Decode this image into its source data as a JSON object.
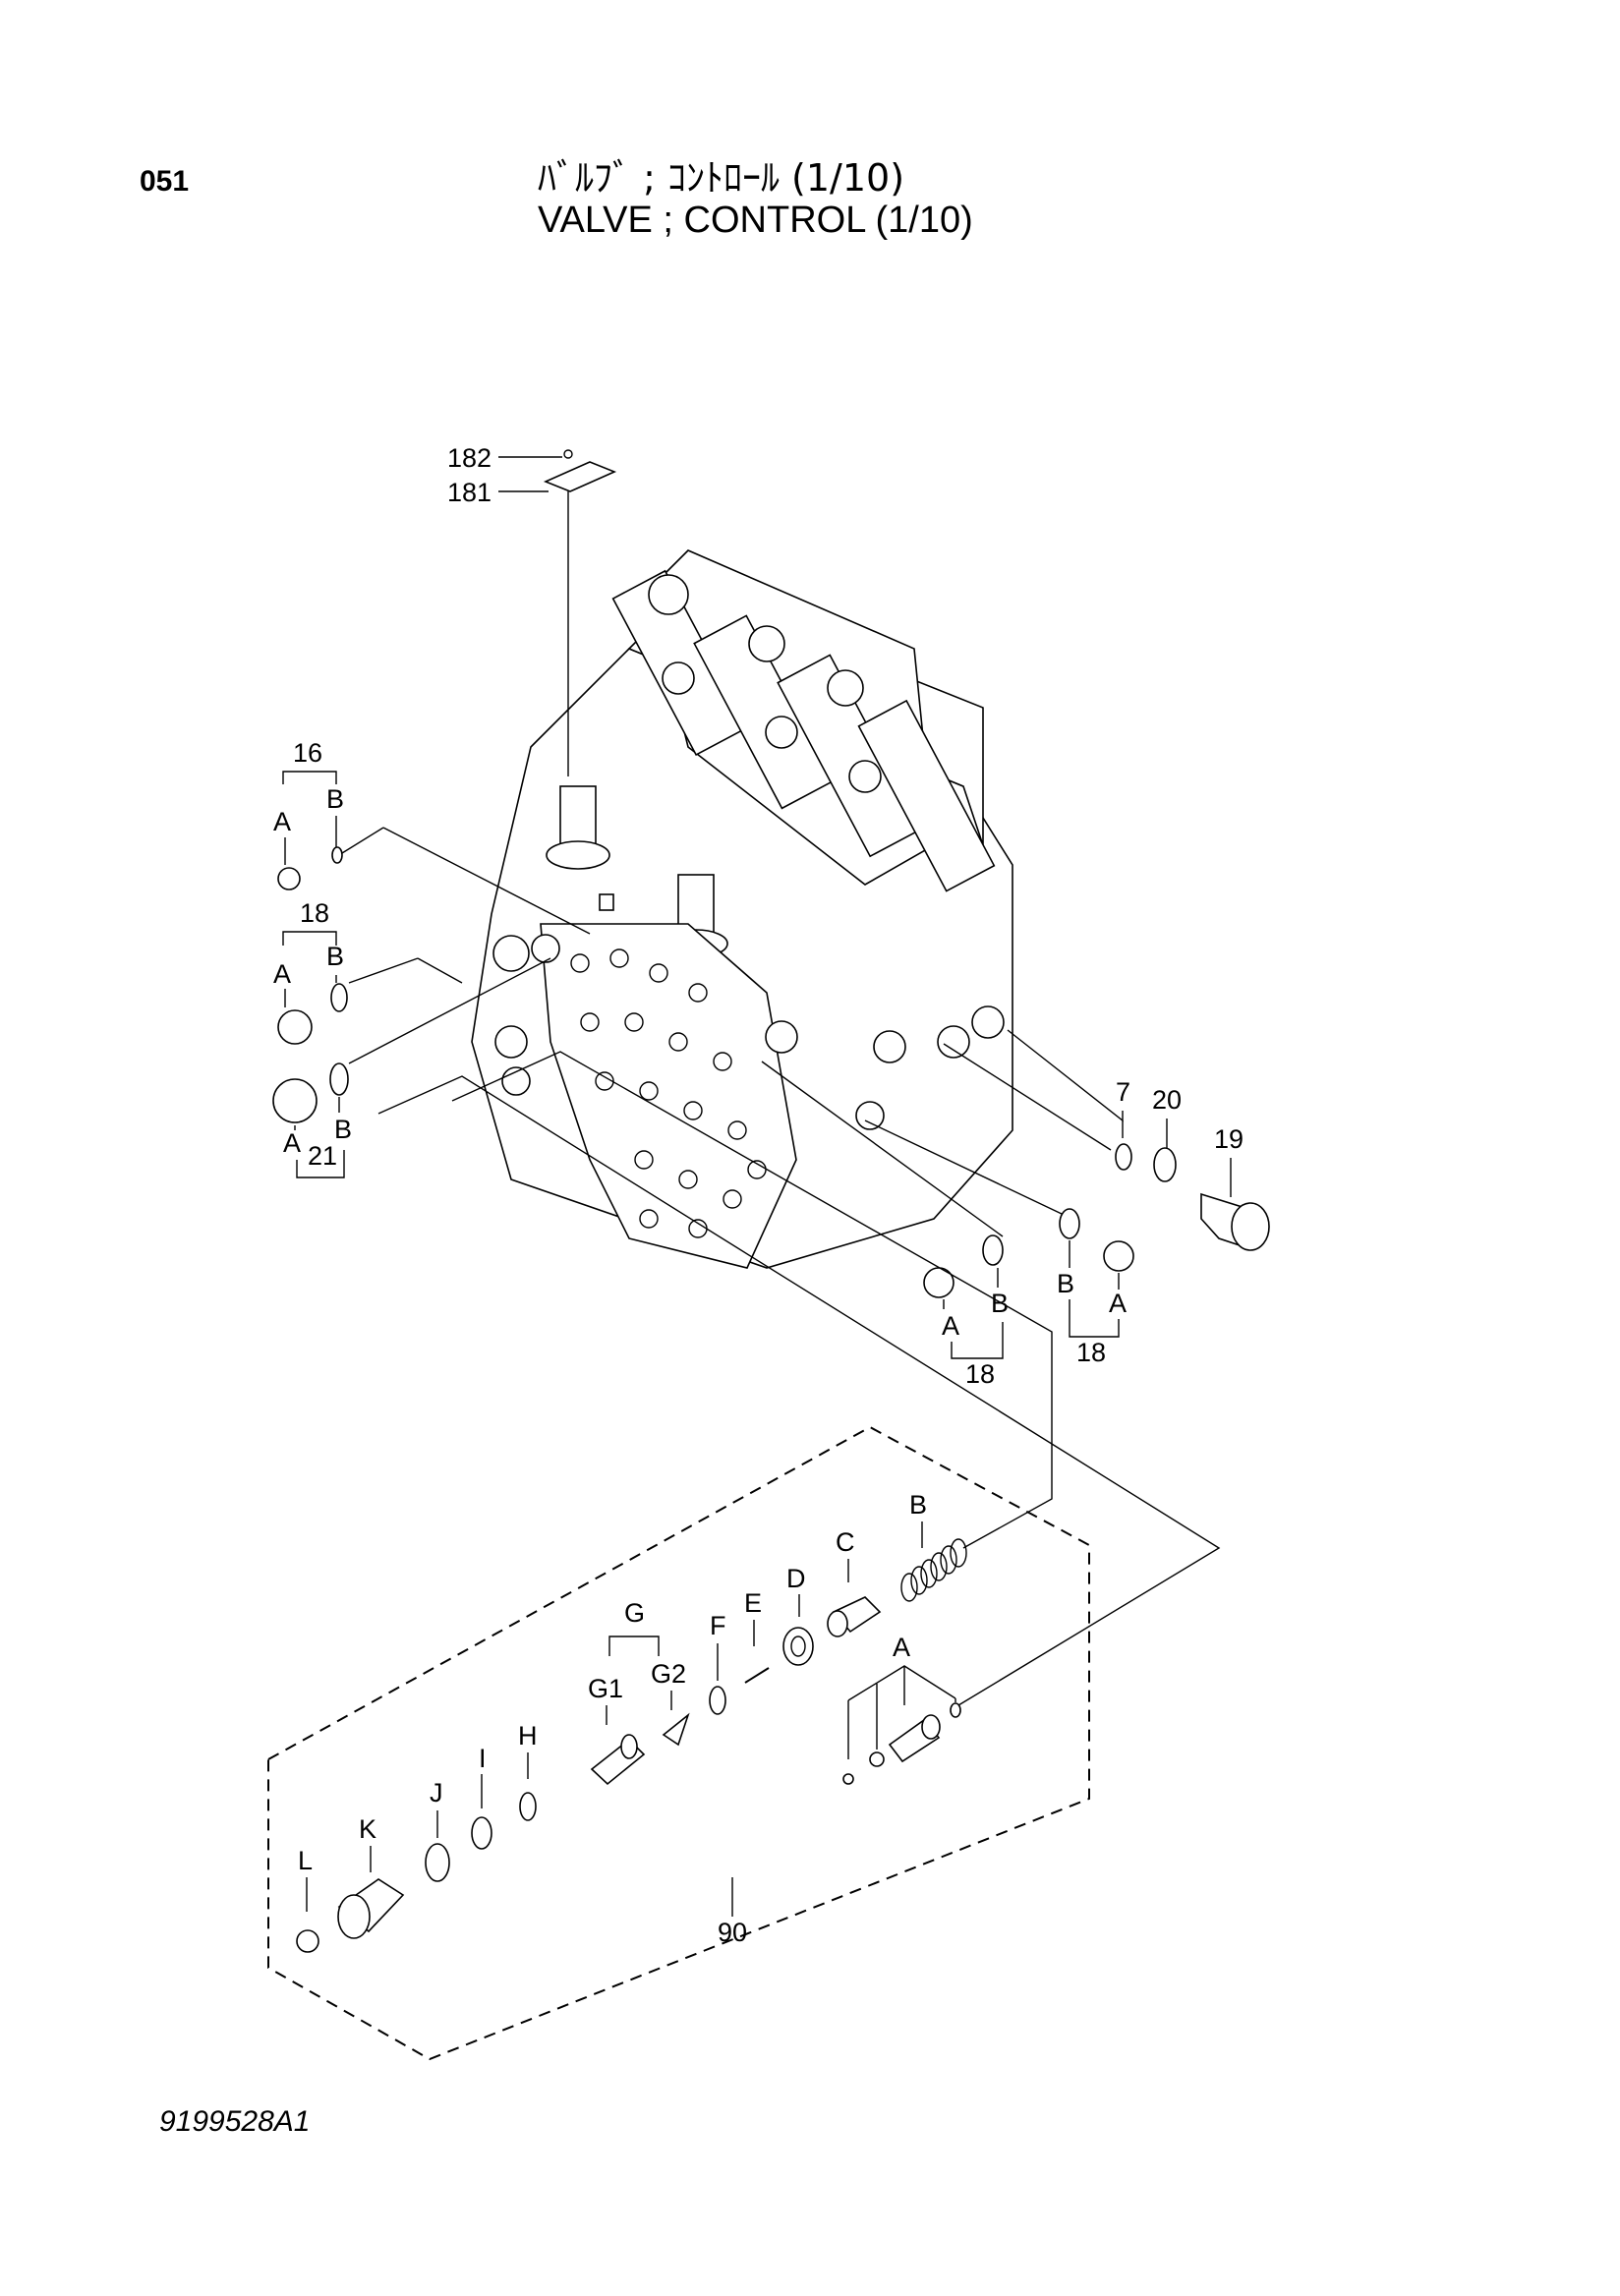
{
  "page": {
    "page_number": "051",
    "title_jp": "ﾊﾞﾙﾌﾞ ; ｺﾝﾄﾛｰﾙ (1/10)",
    "title_en": "VALVE ; CONTROL (1/10)",
    "drawing_number": "9199528A1"
  },
  "callouts": {
    "c182": "182",
    "c181": "181",
    "c16": "16",
    "c16a": "A",
    "c16b": "B",
    "c18l": "18",
    "c18la": "A",
    "c18lb": "B",
    "c21": "21",
    "c21a": "A",
    "c21b": "B",
    "c7": "7",
    "c20": "20",
    "c19": "19",
    "c18m": "18",
    "c18ma": "A",
    "c18mb": "B",
    "c18r": "18",
    "c18ra": "A",
    "c18rb": "B",
    "c90": "90",
    "k_a": "A",
    "k_b": "B",
    "k_c": "C",
    "k_d": "D",
    "k_e": "E",
    "k_f": "F",
    "k_g": "G",
    "k_g1": "G1",
    "k_g2": "G2",
    "k_h": "H",
    "k_i": "I",
    "k_j": "J",
    "k_k": "K",
    "k_l": "L"
  }
}
